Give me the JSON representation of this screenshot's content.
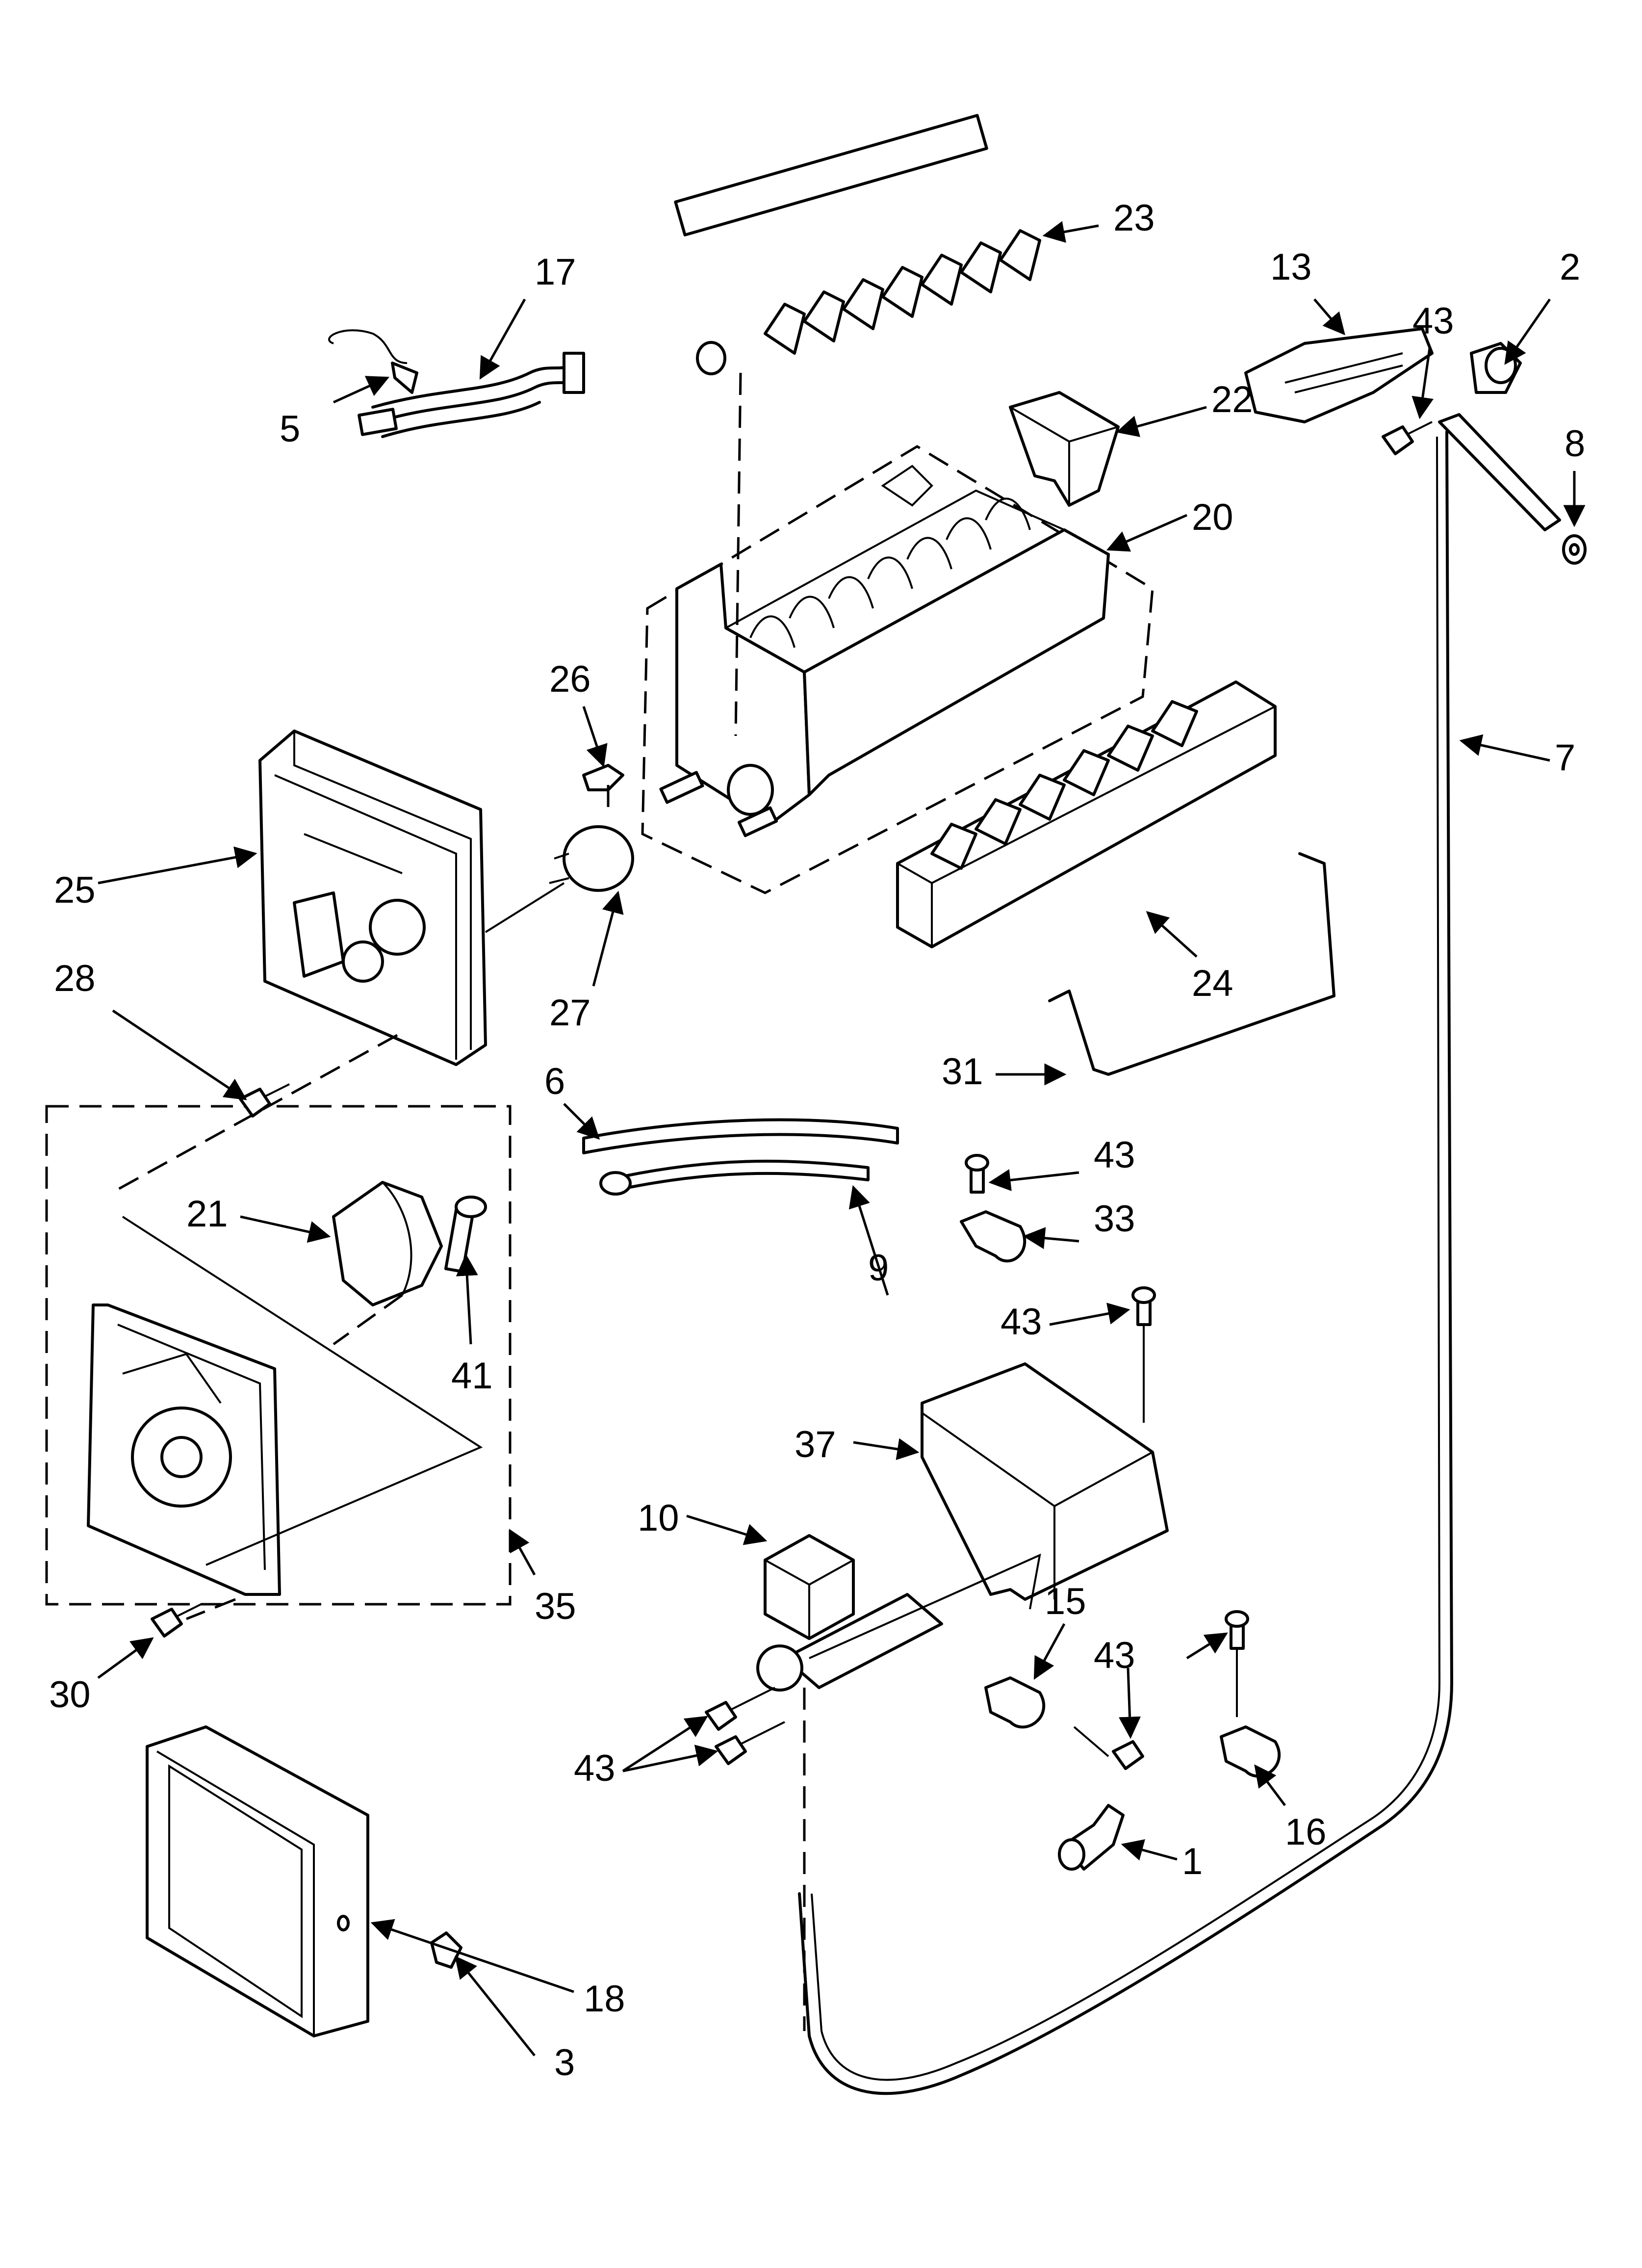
{
  "diagram": {
    "callouts": {
      "c23": "23",
      "c17": "17",
      "c13": "13",
      "c2": "2",
      "c43a": "43",
      "c22": "22",
      "c8": "8",
      "c5": "5",
      "c20": "20",
      "c26": "26",
      "c7": "7",
      "c25": "25",
      "c28": "28",
      "c27": "27",
      "c24": "24",
      "c31": "31",
      "c6": "6",
      "c43b": "43",
      "c21": "21",
      "c33": "33",
      "c9": "9",
      "c41": "41",
      "c43c": "43",
      "c37": "37",
      "c10": "10",
      "c15": "15",
      "c43d": "43",
      "c35": "35",
      "c30": "30",
      "c43e": "43",
      "c16": "16",
      "c1": "1",
      "c18": "18",
      "c3": "3"
    }
  }
}
